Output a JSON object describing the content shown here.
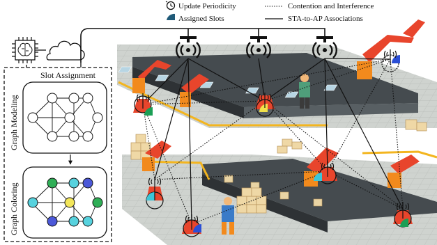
{
  "legend": {
    "update_periodicity": "Update Periodicity",
    "assigned_slots": "Assigned Slots",
    "contention": "Contention and Interference",
    "associations": "STA-to-AP Associations"
  },
  "panel": {
    "title": "Slot Assignment",
    "graph_modeling": "Graph Modeling",
    "graph_coloring": "Graph Coloring"
  },
  "colors": {
    "factory_floor": "#c9cdc9",
    "conveyor": "#454b4f",
    "robot_red": "#e8452c",
    "robot_orange": "#f28a1d",
    "slot_green": "#1b9e55",
    "slot_blue": "#2b4fd6",
    "slot_cyan": "#3cc6d8",
    "slot_yellow": "#f1e14a",
    "node_green": "#2fae56",
    "node_blue": "#4b58d8",
    "node_cyan": "#57d2de",
    "node_yellow": "#f3e65a"
  },
  "icons": [
    "clock-icon",
    "slot-sector-icon",
    "brain-chip-icon",
    "cloud-icon",
    "access-point-icon",
    "antenna-icon"
  ]
}
